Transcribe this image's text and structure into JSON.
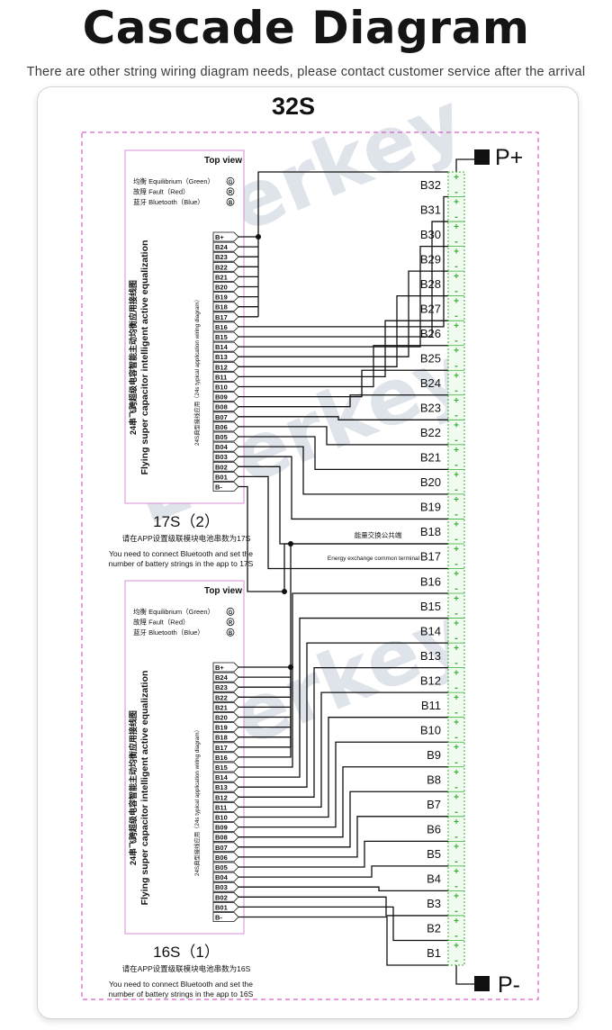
{
  "page": {
    "title": "Cascade Diagram",
    "subtitle": "There are other string wiring diagram needs, please contact customer service after the arrival",
    "config_label": "32S"
  },
  "terminals": {
    "positive": "P+",
    "negative": "P-"
  },
  "common_terminal": {
    "label_cn": "能量交换公共端",
    "label_en": "Energy exchange common terminal"
  },
  "batteries": [
    "B1",
    "B2",
    "B3",
    "B4",
    "B5",
    "B6",
    "B7",
    "B8",
    "B9",
    "B10",
    "B11",
    "B12",
    "B13",
    "B14",
    "B15",
    "B16",
    "B17",
    "B18",
    "B19",
    "B20",
    "B21",
    "B22",
    "B23",
    "B24",
    "B25",
    "B26",
    "B27",
    "B28",
    "B29",
    "B30",
    "B31",
    "B32"
  ],
  "cell_signs": {
    "plus": "+",
    "minus": "-"
  },
  "watermark": "Enerkey",
  "modules": [
    {
      "id": "upper",
      "top_view": "Top view",
      "indicators": [
        {
          "text": "均衡 Equilibrium（Green）",
          "letter": "G"
        },
        {
          "text": "故障 Fault（Red）",
          "letter": "R"
        },
        {
          "text": "蓝牙 Bluetooth（Blue）",
          "letter": "B"
        }
      ],
      "product_cn": "24串飞跨超级电容智能主动均衡应用接线图",
      "product_en": "Flying super capacitor intelligent active equalization",
      "typical_label": "24S典型接线应用（24s typical application wiring diagram）",
      "pins": [
        "B+",
        "B24",
        "B23",
        "B22",
        "B21",
        "B20",
        "B19",
        "B18",
        "B17",
        "B16",
        "B15",
        "B14",
        "B13",
        "B12",
        "B11",
        "B10",
        "B09",
        "B08",
        "B07",
        "B06",
        "B05",
        "B04",
        "B03",
        "B02",
        "B01",
        "B-"
      ],
      "strings_label": "17S（2）",
      "note_cn": "请在APP设置级联模块电池串数为17S",
      "note_en_1": "You need to connect Bluetooth and set the",
      "note_en_2": "number of battery strings in the app to 17S"
    },
    {
      "id": "lower",
      "top_view": "Top view",
      "indicators": [
        {
          "text": "均衡 Equilibrium（Green）",
          "letter": "G"
        },
        {
          "text": "故障 Fault（Red）",
          "letter": "R"
        },
        {
          "text": "蓝牙 Bluetooth（Blue）",
          "letter": "B"
        }
      ],
      "product_cn": "24串飞跨超级电容智能主动均衡应用接线图",
      "product_en": "Flying super capacitor intelligent active equalization",
      "typical_label": "24S典型接线应用（24s typical application wiring diagram）",
      "pins": [
        "B+",
        "B24",
        "B23",
        "B22",
        "B21",
        "B20",
        "B19",
        "B18",
        "B17",
        "B16",
        "B15",
        "B14",
        "B13",
        "B12",
        "B11",
        "B10",
        "B09",
        "B08",
        "B07",
        "B06",
        "B05",
        "B04",
        "B03",
        "B02",
        "B01",
        "B-"
      ],
      "strings_label": "16S（1）",
      "note_cn": "请在APP设置级联模块电池串数为16S",
      "note_en_1": "You need to connect Bluetooth and set the",
      "note_en_2": "number of battery strings in the app to 16S"
    }
  ],
  "colors": {
    "cell_green": "#2fae2f",
    "cell_fill": "#f2fbf0",
    "frame_pink": "#d65fc8",
    "module_border": "#d68ed6",
    "watermark": "#dfe3ea"
  }
}
